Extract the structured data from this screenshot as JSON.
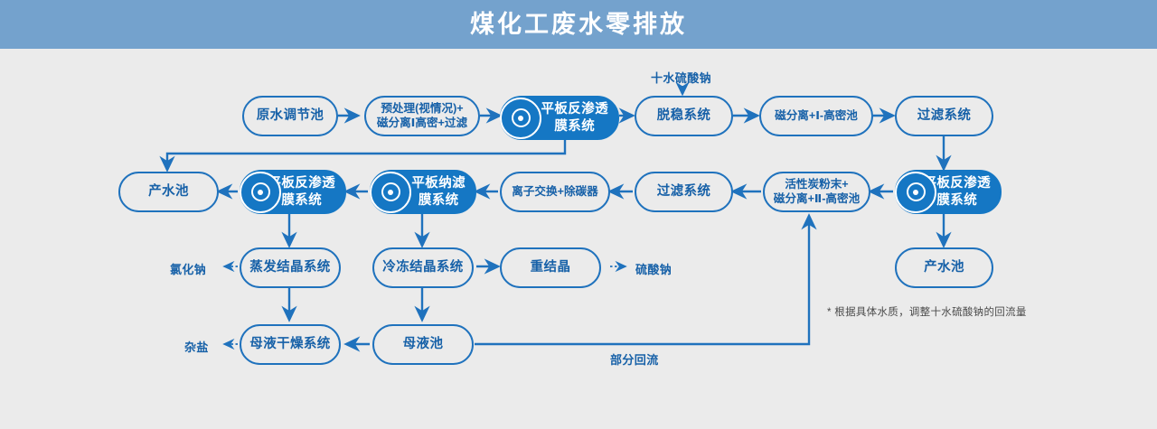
{
  "header": {
    "title": "煤化工废水零排放",
    "bg_color": "#74a2cd",
    "text_color": "#ffffff"
  },
  "theme": {
    "background": "#ebebeb",
    "line_color": "#1f72bd",
    "node_stroke": "#1f72bd",
    "node_text": "#1761a8",
    "filled_node_bg": "#1577c4",
    "filled_node_text": "#ffffff",
    "note_text": "#4a4a4a"
  },
  "nodes": {
    "raw_water_tank": "原水调节池",
    "pretreatment": "预处理(视情况)+\n磁分离Ⅰ高密+过滤",
    "ro_membrane_1": "平板反渗透\n膜系统",
    "destabilization": "脱稳系统",
    "mag_sep_1": "磁分离+Ⅰ-高密池",
    "filtration_1": "过滤系统",
    "ro_membrane_2": "平板反渗透\n膜系统",
    "product_water_tank_right": "产水池",
    "activated_carbon": "活性炭粉末+\n磁分离+Ⅱ-高密池",
    "filtration_2": "过滤系统",
    "ion_exchange": "离子交换+除碳器",
    "nf_membrane": "平板纳滤\n膜系统",
    "ro_membrane_3": "平板反渗透\n膜系统",
    "product_water_tank_left": "产水池",
    "evaporative_crystallizer": "蒸发结晶系统",
    "freeze_crystallizer": "冷冻结晶系统",
    "recrystallization": "重结晶",
    "mother_liquor_dryer": "母液干燥系统",
    "mother_liquor_tank": "母液池"
  },
  "flow_labels": {
    "sodium_sulfate_decahydrate": "十水硫酸钠",
    "sodium_chloride": "氯化钠",
    "sodium_sulfate": "硫酸钠",
    "mixed_salt": "杂盐",
    "partial_reflux": "部分回流"
  },
  "notes": {
    "footnote": "* 根据具体水质，调整十水硫酸钠的回流量"
  },
  "icons": {
    "membrane_disc": "target-disc-icon"
  }
}
